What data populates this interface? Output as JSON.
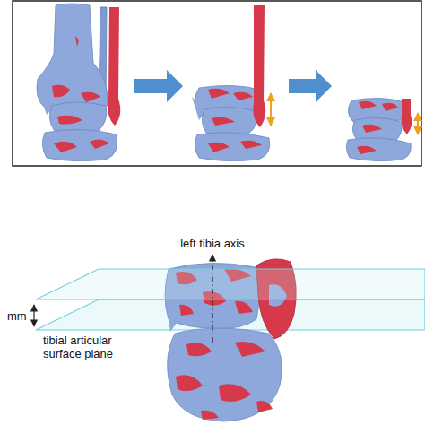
{
  "diagram": {
    "labels": [
      "left tibia axis",
      "mm",
      "tibial articular surface plane"
    ]
  }
}
